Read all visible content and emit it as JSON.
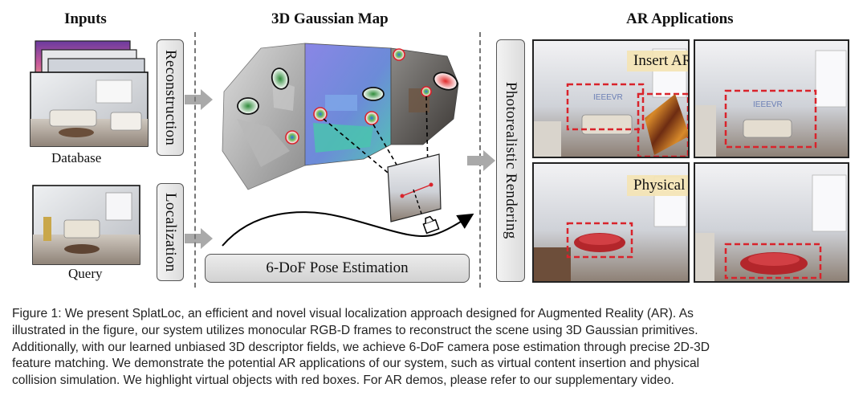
{
  "figure": {
    "sections": {
      "inputs_title": "Inputs",
      "map_title": "3D Gaussian Map",
      "ar_title": "AR Applications"
    },
    "labels": {
      "database": "Database",
      "query": "Query",
      "reconstruction": "Reconstruction",
      "localization": "Localization",
      "photorealistic_rendering": "Photorealistic Rendering",
      "pose_estimation": "6-DoF Pose Estimation",
      "insert_ar_objects": "Insert AR Objects",
      "physical_collision": "Physical Collision"
    },
    "watermark_text": "IEEEVR"
  },
  "caption": {
    "lines": [
      "Figure 1: We present SplatLoc, an efficient and novel visual localization approach designed for Augmented Reality (AR). As",
      "illustrated in the figure, our system utilizes monocular RGB-D frames to reconstruct the scene using 3D Gaussian primitives.",
      "Additionally, with our learned unbiased 3D descriptor fields, we achieve 6-DoF camera pose estimation through precise 2D-3D",
      "feature matching.  We demonstrate the potential AR applications of our system, such as virtual content insertion and physical",
      "collision simulation. We highlight virtual objects with red boxes. For AR demos, please refer to our supplementary video."
    ]
  },
  "colors": {
    "highlight_box": "#d9232b",
    "label_fill": "#e2e2e2",
    "arrow": "#a9a9a9",
    "tag_fill": "#f4e4b4"
  }
}
